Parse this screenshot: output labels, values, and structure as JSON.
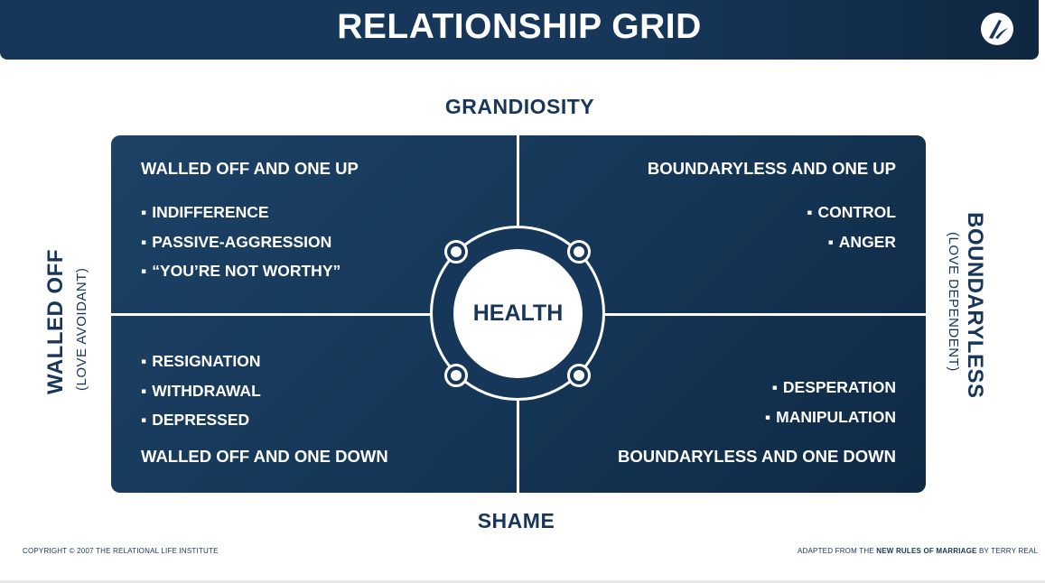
{
  "header": {
    "title": "RELATIONSHIP GRID",
    "logo_icon": "brand-logo-icon"
  },
  "axes": {
    "top": "GRANDIOSITY",
    "bottom": "SHAME",
    "left": {
      "main": "WALLED OFF",
      "sub": "(LOVE AVOIDANT)"
    },
    "right": {
      "main": "BOUNDARYLESS",
      "sub": "(LOVE DEPENDENT)"
    }
  },
  "quadrants": {
    "top_left": {
      "title": "WALLED OFF AND ONE UP",
      "items": [
        "INDIFFERENCE",
        "PASSIVE-AGGRESSION",
        "“YOU’RE NOT WORTHY”"
      ]
    },
    "top_right": {
      "title": "BOUNDARYLESS AND ONE UP",
      "items": [
        "CONTROL",
        "ANGER"
      ]
    },
    "bottom_left": {
      "title": "WALLED OFF AND ONE DOWN",
      "items": [
        "RESIGNATION",
        "WITHDRAWAL",
        "DEPRESSED"
      ]
    },
    "bottom_right": {
      "title": "BOUNDARYLESS AND ONE DOWN",
      "items": [
        "DESPERATION",
        "MANIPULATION"
      ]
    }
  },
  "center": {
    "label": "HEALTH"
  },
  "bullet": "▪",
  "footer": {
    "left": "COPYRIGHT © 2007 THE RELATIONAL LIFE INSTITUTE",
    "right_prefix": "ADAPTED FROM THE ",
    "right_book": "NEW RULES OF MARRIAGE",
    "right_suffix": " BY TERRY REAL"
  },
  "colors": {
    "navy": "#16375a",
    "navy_dark": "#0f2a45",
    "white": "#ffffff"
  }
}
